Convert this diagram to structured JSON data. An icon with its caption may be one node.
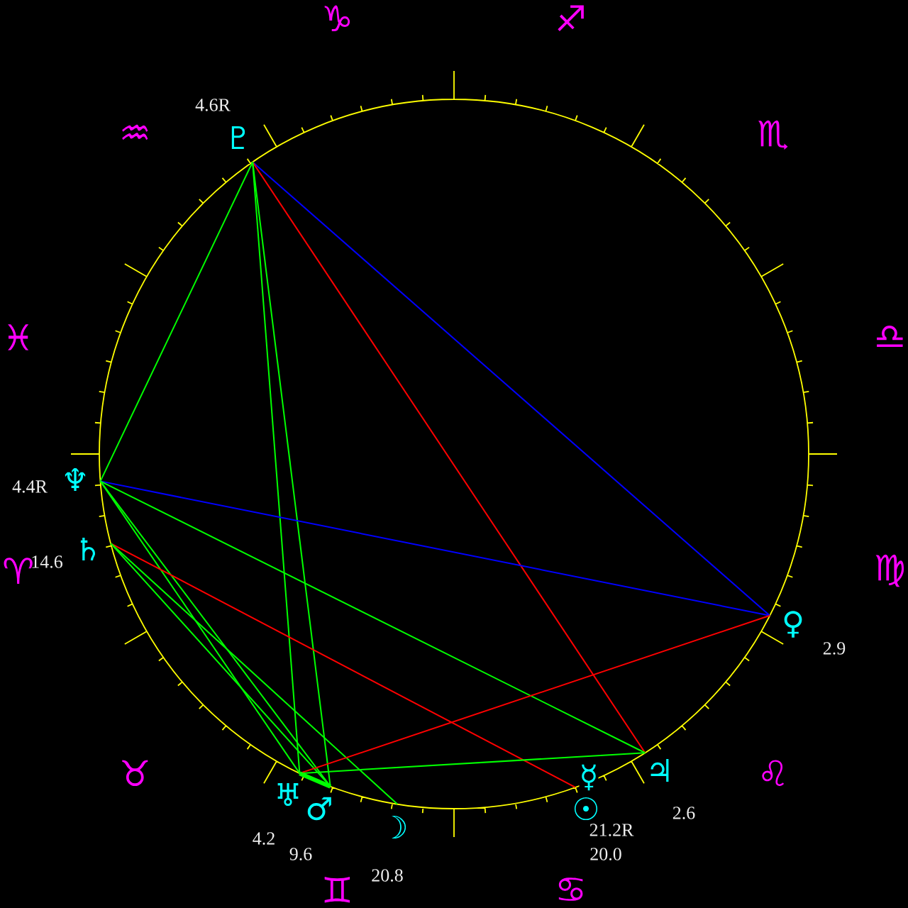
{
  "diagram": {
    "nodes": [
      {
        "text": [
          "♇"
        ],
        "beside": [
          "4.6R"
        ]
      },
      {
        "text": [
          "♆"
        ],
        "beside": [
          "4.4R"
        ]
      },
      {
        "text": [
          "♄"
        ],
        "beside": [
          "14.6"
        ]
      },
      {
        "text": [
          "♀"
        ],
        "beside": [
          "2.9"
        ]
      },
      {
        "text": [
          "♃"
        ],
        "beside": [
          "2.6"
        ]
      },
      {
        "text": [
          "☿"
        ]
      },
      {
        "text": [
          "☉"
        ],
        "beside": [
          "20.0"
        ]
      },
      {
        "text": [
          "♅"
        ],
        "beside": [
          "4.2"
        ]
      },
      {
        "text": [
          "♂"
        ],
        "beside": [
          "9.6"
        ]
      },
      {
        "text": [
          "☽"
        ],
        "beside": [
          "20.8"
        ]
      }
    ],
    "edges": [
      {
        "from": 0,
        "to": 1,
        "arrow": "none"
      },
      {
        "from": 0,
        "to": 3,
        "arrow": "none",
        "color": "#0000ff"
      },
      {
        "from": 0,
        "to": 4,
        "arrow": "none",
        "color": "#ff0000"
      },
      {
        "from": 0,
        "to": 7,
        "arrow": "none"
      },
      {
        "from": 0,
        "to": 8,
        "arrow": "none"
      },
      {
        "from": 1,
        "to": 3,
        "arrow": "none",
        "color": "#0000ff"
      },
      {
        "from": 1,
        "to": 4,
        "arrow": "none"
      },
      {
        "from": 1,
        "to": 7,
        "arrow": "none"
      },
      {
        "from": 1,
        "to": 8,
        "arrow": "none"
      },
      {
        "from": 2,
        "to": 6,
        "arrow": "none",
        "color": "#ff0000"
      },
      {
        "from": 2,
        "to": 8,
        "arrow": "none"
      },
      {
        "from": 2,
        "to": 9,
        "arrow": "none"
      },
      {
        "from": 7,
        "to": 3,
        "arrow": "none",
        "color": "#ff0000"
      },
      {
        "from": 7,
        "to": 4,
        "arrow": "none"
      },
      {
        "from": 7,
        "to": 8,
        "arrow": "none",
        "style": "thick"
      }
    ],
    "labels": [
      "♑",
      "♐",
      "♒",
      "♏",
      "♓",
      "♎",
      "♈",
      "♍",
      "♉",
      "♌",
      "21.2R",
      "♊",
      "♋"
    ]
  }
}
